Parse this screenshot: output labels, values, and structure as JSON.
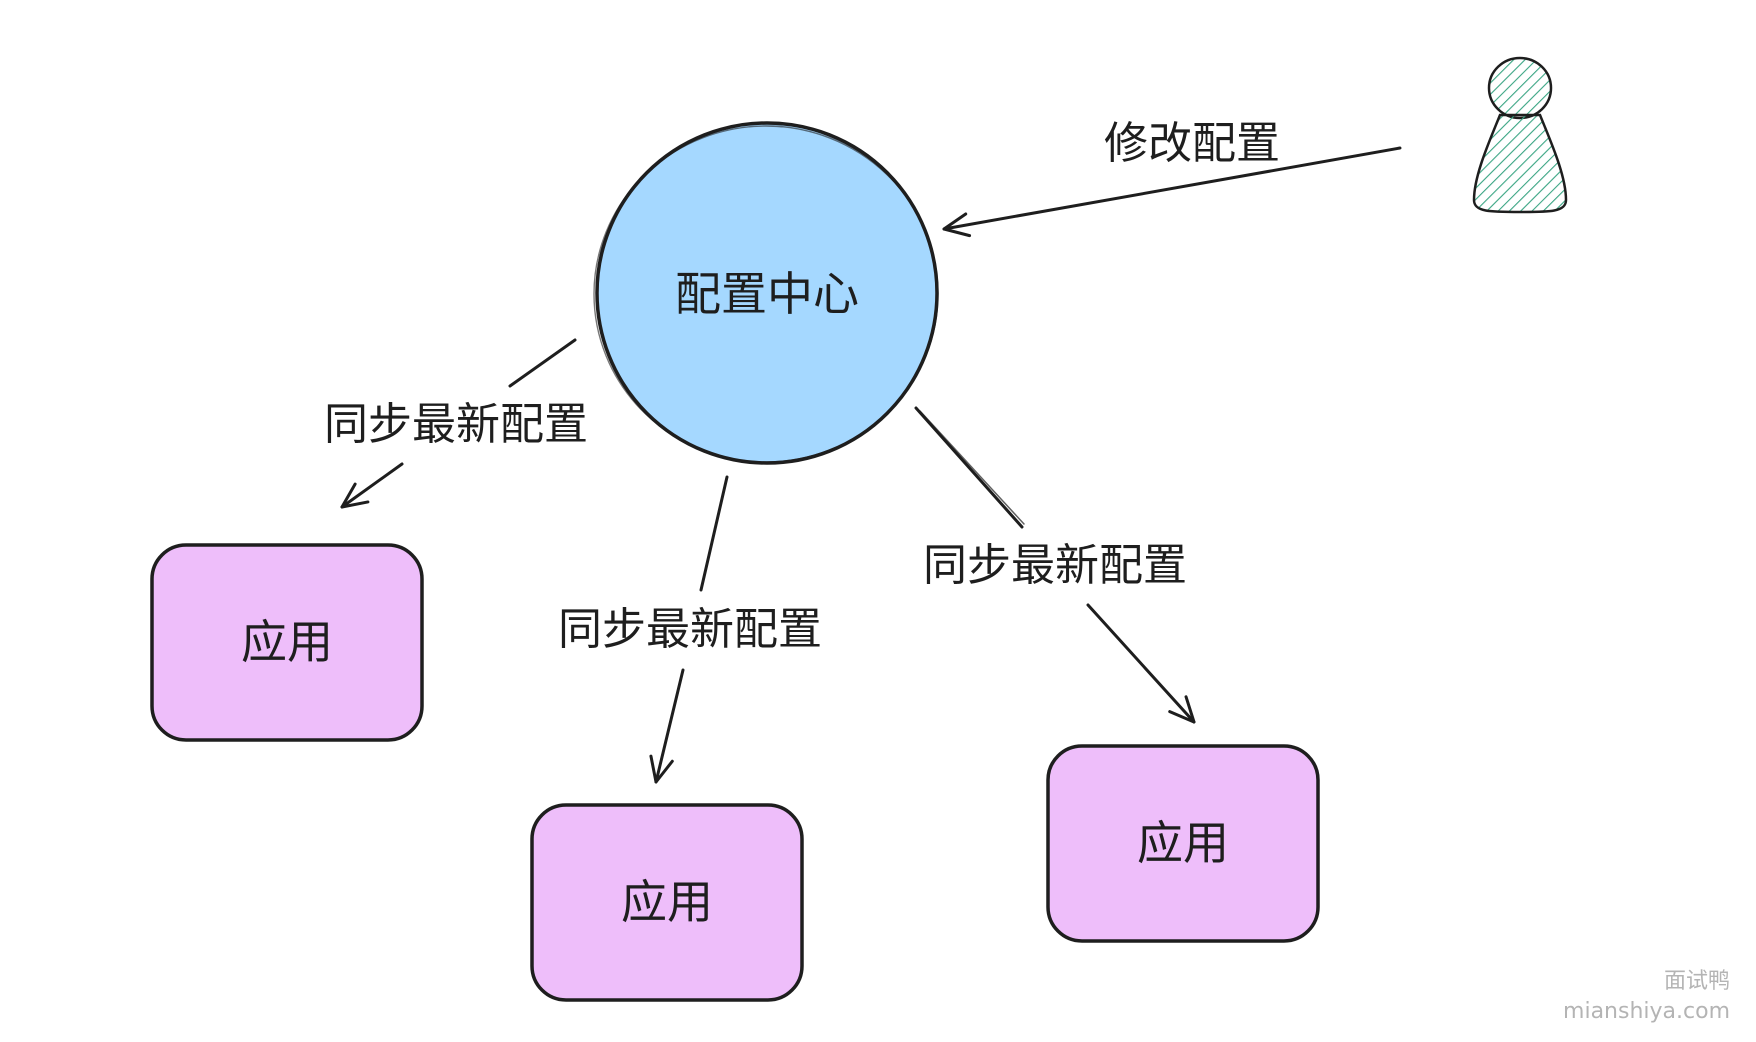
{
  "colors": {
    "center_fill": "#a5d8ff",
    "app_fill": "#eebefa",
    "person_fill": "#63c2a4",
    "stroke": "#1e1e1e"
  },
  "center_node": {
    "label": "配置中心"
  },
  "apps": [
    {
      "label": "应用"
    },
    {
      "label": "应用"
    },
    {
      "label": "应用"
    }
  ],
  "person": {
    "icon": "person-icon"
  },
  "edges": {
    "modify": {
      "label": "修改配置"
    },
    "sync_left": {
      "label": "同步最新配置"
    },
    "sync_middle": {
      "label": "同步最新配置"
    },
    "sync_right": {
      "label": "同步最新配置"
    }
  },
  "watermark": {
    "line1": "面试鸭",
    "line2": "mianshiya.com"
  }
}
